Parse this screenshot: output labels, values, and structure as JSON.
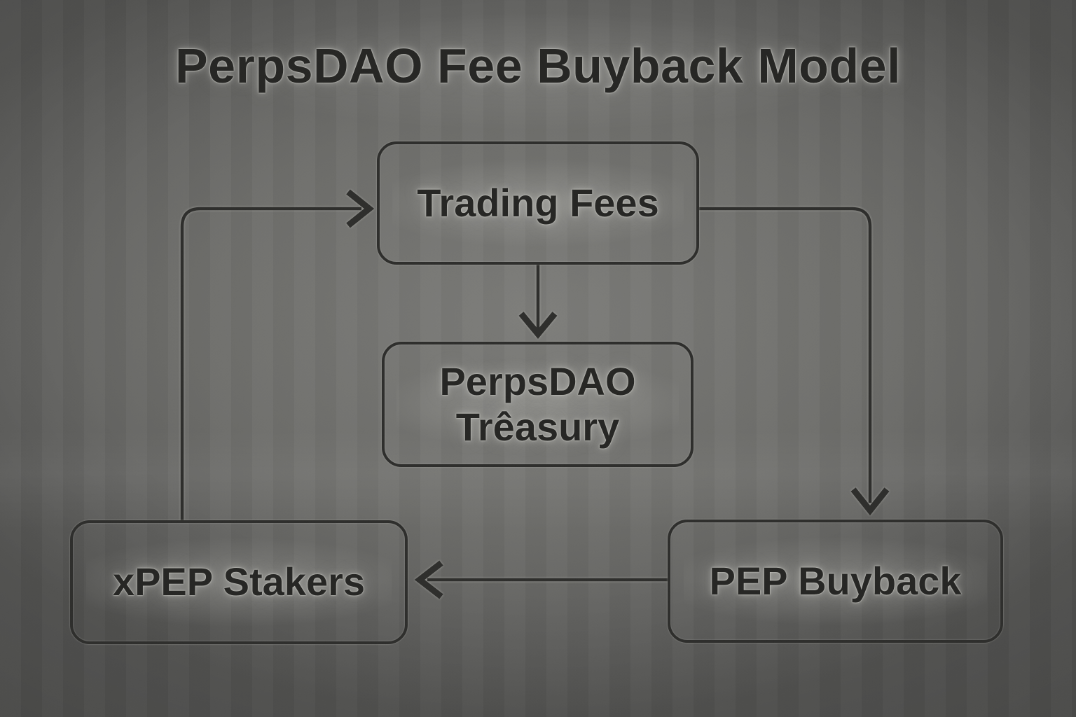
{
  "title": "PerpsDAO Fee Buyback Model",
  "diagram": {
    "type": "flowchart",
    "nodes": [
      {
        "id": "trading_fees",
        "label": "Trading Fees"
      },
      {
        "id": "perpsdao_treasury",
        "label": "PerpsDAO Trêasury",
        "line1": "PerpsDAO",
        "line2": "Trêasury"
      },
      {
        "id": "xpep_stakers",
        "label": "xPEP Stakers"
      },
      {
        "id": "pep_buyback",
        "label": "PEP Buyback"
      }
    ],
    "edges": [
      {
        "from": "trading_fees",
        "to": "perpsdao_treasury"
      },
      {
        "from": "trading_fees",
        "to": "pep_buyback"
      },
      {
        "from": "pep_buyback",
        "to": "xpep_stakers"
      },
      {
        "from": "xpep_stakers",
        "to": "trading_fees"
      }
    ]
  },
  "colors": {
    "line": "#2e2e2c",
    "text": "#262624",
    "halo": "#c8c8c2",
    "bg_center": "#7b7b78",
    "bg_edge": "#565654"
  }
}
